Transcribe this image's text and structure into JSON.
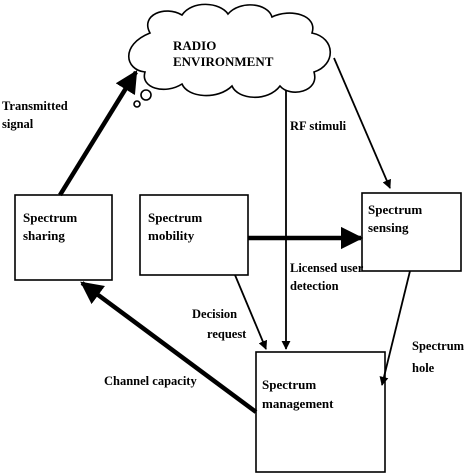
{
  "cloud": {
    "line1": "RADIO",
    "line2": "ENVIRONMENT"
  },
  "boxes": {
    "sharing": [
      "Spectrum",
      "sharing"
    ],
    "mobility": [
      "Spectrum",
      "mobility"
    ],
    "sensing": [
      "Spectrum",
      "sensing"
    ],
    "management": [
      "Spectrum",
      "management"
    ]
  },
  "labels": {
    "transmitted": [
      "Transmitted",
      "signal"
    ],
    "rf_stimuli": "RF stimuli",
    "licensed": [
      "Licensed user",
      "detection"
    ],
    "decision": [
      "Decision",
      "request"
    ],
    "hole": [
      "Spectrum",
      "hole"
    ],
    "channel": "Channel capacity"
  },
  "colors": {
    "stroke": "#000000",
    "background": "#ffffff"
  }
}
